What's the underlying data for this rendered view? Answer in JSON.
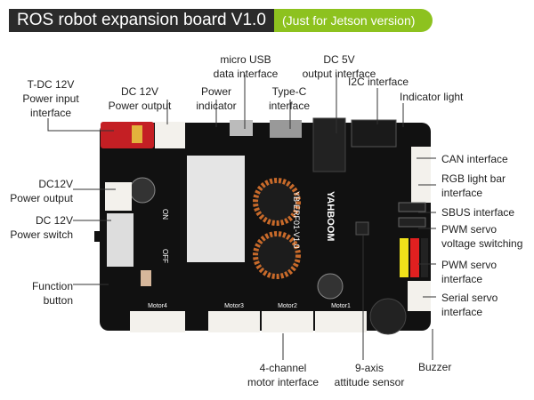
{
  "header": {
    "title": "ROS robot expansion board V1.0",
    "subtitle": "(Just for Jetson version)"
  },
  "labels": {
    "tdc_input": [
      "T-DC 12V",
      "Power input",
      "interface"
    ],
    "dc12_out_top": [
      "DC 12V",
      "Power output"
    ],
    "power_indicator": [
      "Power",
      "indicator"
    ],
    "micro_usb": [
      "micro USB",
      "data interface"
    ],
    "typec": [
      "Type-C",
      "interface"
    ],
    "dc5v": [
      "DC 5V",
      "output interface"
    ],
    "i2c": "I2C interface",
    "indicator_light": "Indicator light",
    "can": "CAN interface",
    "rgb": [
      "RGB light bar",
      "interface"
    ],
    "sbus": "SBUS interface",
    "pwm_volt": [
      "PWM servo",
      "voltage switching"
    ],
    "pwm_servo": [
      "PWM servo",
      "interface"
    ],
    "serial_servo": [
      "Serial servo",
      "interface"
    ],
    "buzzer": "Buzzer",
    "dc12_out_left": [
      "DC12V",
      "Power output"
    ],
    "dc12_switch": [
      "DC 12V",
      "Power switch"
    ],
    "function_button": [
      "Function",
      "button"
    ],
    "motor": [
      "4-channel",
      "motor interface"
    ],
    "imu": [
      "9-axis",
      "attitude sensor"
    ]
  },
  "board": {
    "model": "YB-ERF01-V1.0",
    "brand": "YAHBOOM",
    "motor_ports": [
      "Motor4",
      "Motor3",
      "Motor2",
      "Motor1"
    ],
    "on_label": "ON",
    "off_label": "OFF"
  },
  "colors": {
    "title_bg": "#2b2b2b",
    "accent": "#8dc21f",
    "board": "#111111"
  }
}
